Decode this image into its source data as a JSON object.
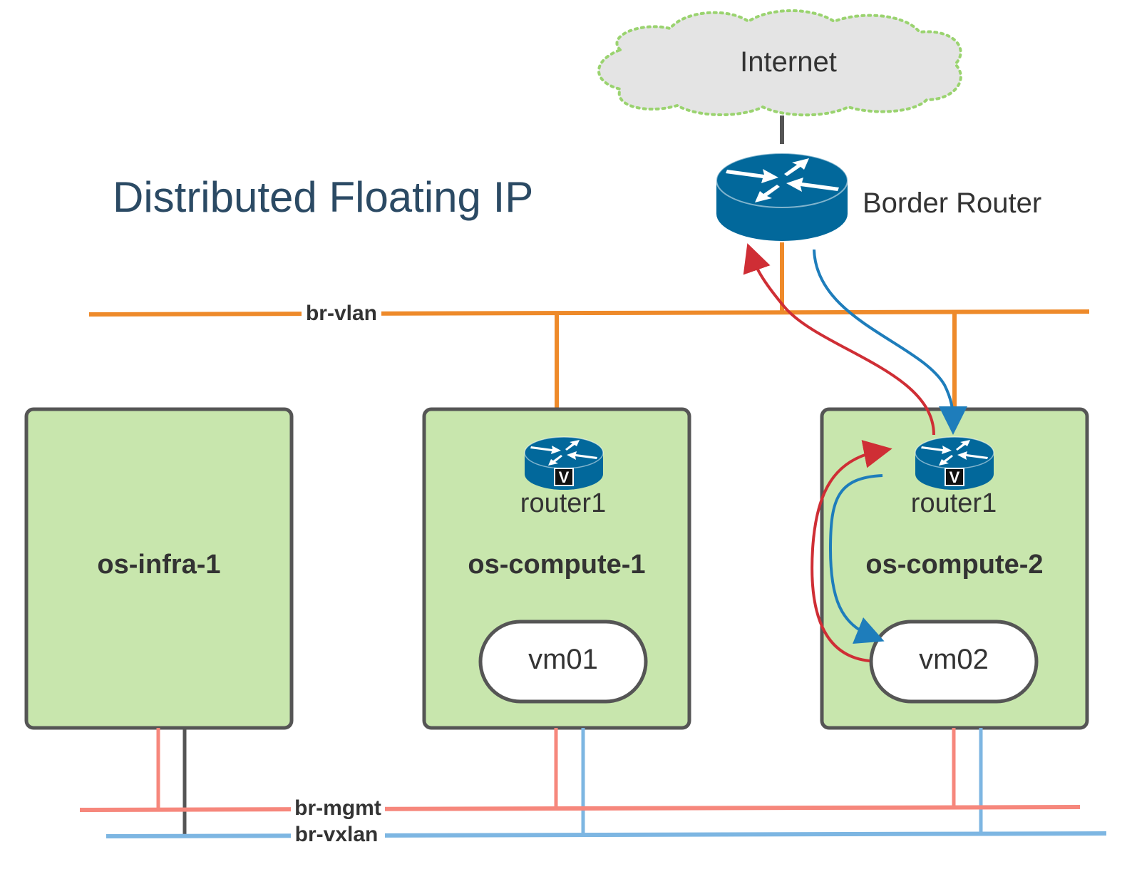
{
  "title": "Distributed Floating IP",
  "internet": {
    "label": "Internet"
  },
  "border_router": {
    "label": "Border Router"
  },
  "networks": {
    "br_vlan": {
      "label": "br-vlan",
      "color": "#ee8a2a"
    },
    "br_mgmt": {
      "label": "br-mgmt",
      "color": "#f6877c"
    },
    "br_vxlan": {
      "label": "br-vxlan",
      "color": "#7db6e2"
    }
  },
  "hosts": [
    {
      "name": "os-infra-1"
    },
    {
      "name": "os-compute-1",
      "router": "router1",
      "vm": "vm01"
    },
    {
      "name": "os-compute-2",
      "router": "router1",
      "vm": "vm02"
    }
  ],
  "router_badge": "V",
  "colors": {
    "host_fill": "#c8e6ad",
    "host_border": "#555555",
    "router_blue": "#02689b",
    "cloud_fill": "#e4e4e4",
    "cloud_border": "#9ad36f",
    "flow_out": "#cf2e35",
    "flow_in": "#1e7dbb",
    "title": "#2b4a64"
  }
}
